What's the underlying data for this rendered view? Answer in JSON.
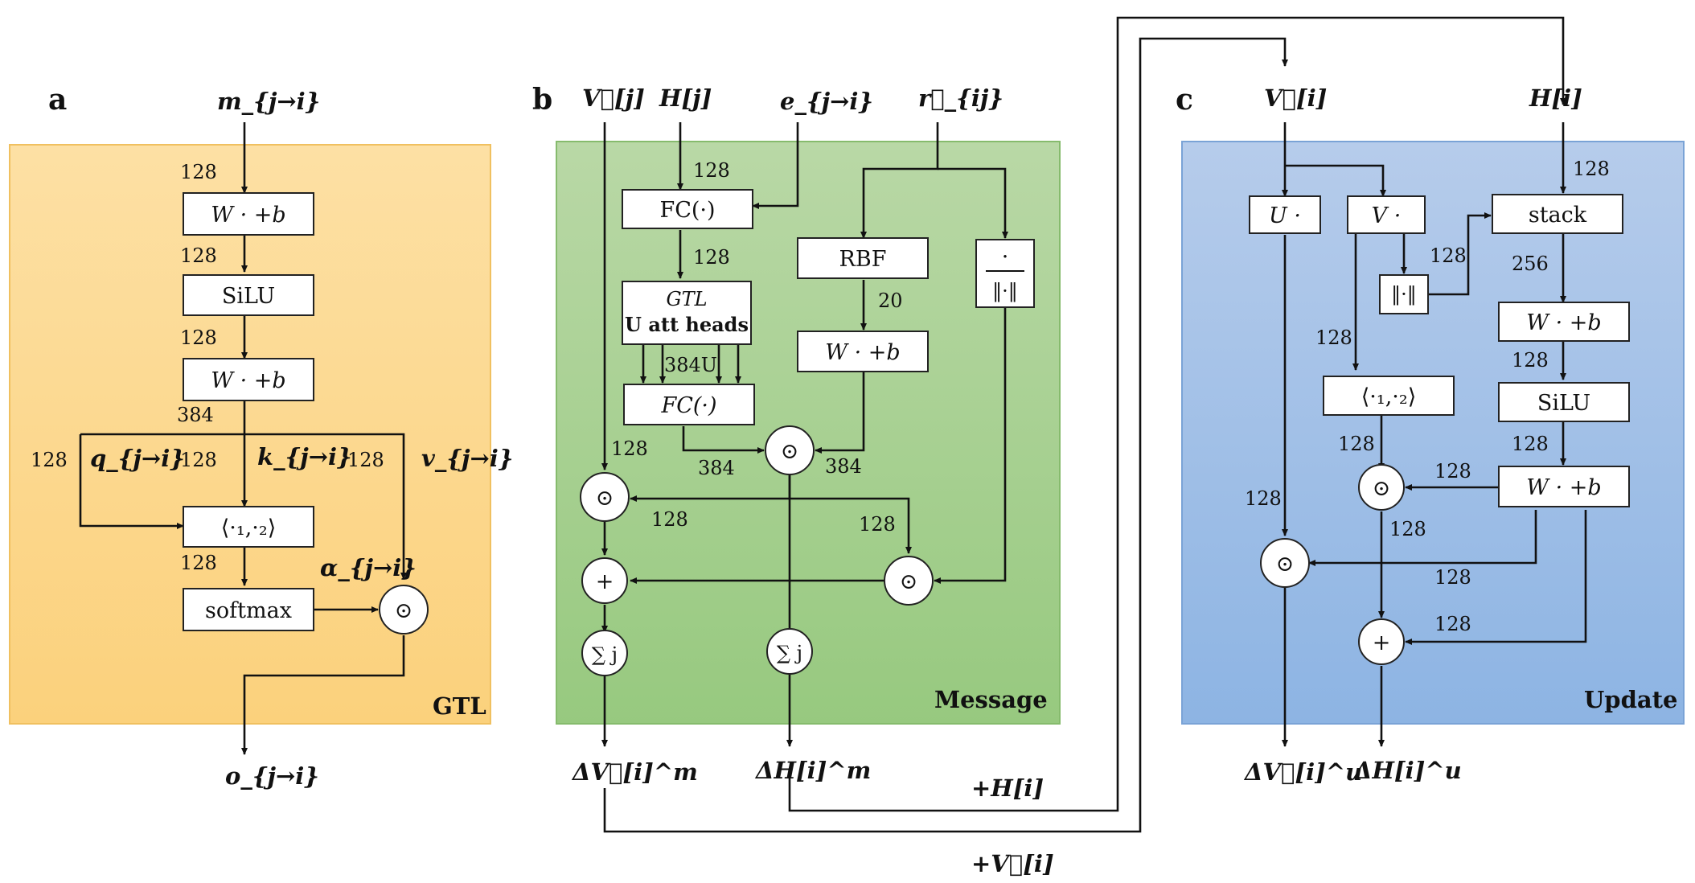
{
  "panels": {
    "a": {
      "letter": "a",
      "name": "GTL",
      "color_top": "#fde0a4",
      "color_bottom": "#fbd17c",
      "border": "#f0c060"
    },
    "b": {
      "letter": "b",
      "name": "Message",
      "color_top": "#b9d8a6",
      "color_bottom": "#97c97f",
      "border": "#86bb6d"
    },
    "c": {
      "letter": "c",
      "name": "Update",
      "color_top": "#b6cceb",
      "color_bottom": "#8db4e3",
      "border": "#7aa3d6"
    }
  },
  "gtl": {
    "input": "m_{j→i}",
    "output": "o_{j→i}",
    "blocks": {
      "linear1": "W · +b",
      "silu": "SiLU",
      "linear2": "W · +b",
      "inner": "⟨·₁,·₂⟩",
      "softmax": "softmax"
    },
    "dims": {
      "in": "128",
      "after_linear1": "128",
      "after_silu": "128",
      "after_linear2": "384",
      "q": "128",
      "k": "128",
      "v": "128",
      "after_inner": "128"
    },
    "vars": {
      "q": "q_{j→i}",
      "k": "k_{j→i}",
      "v": "v_{j→i}",
      "alpha": "α_{j→i}"
    },
    "ops": {
      "hadamard": "⊙"
    }
  },
  "message": {
    "inputs": {
      "V_j": "V⃗[j]",
      "H_j": "H[j]",
      "e": "e_{j→i}",
      "r": "r⃗_{ij}"
    },
    "blocks": {
      "fc": "FC(·)",
      "gtl_line1": "GTL",
      "gtl_line2": "U att heads",
      "fc2": "FC(·)",
      "rbf": "RBF",
      "linear": "W · +b",
      "norm_num": "·",
      "norm_den": "‖·‖"
    },
    "dims": {
      "fc_in": "128",
      "fc_out": "128",
      "heads": "384U",
      "rbf_out": "20",
      "v_in": "128",
      "fc2_out": "384",
      "lin_out": "384",
      "mid1": "128",
      "mid2": "128"
    },
    "ops": {
      "hadamard": "⊙",
      "plus": "+",
      "sum": "∑ j"
    },
    "outputs": {
      "dV": "ΔV⃗[i]^m",
      "dH": "ΔH[i]^m"
    }
  },
  "update": {
    "inputs": {
      "V_i": "V⃗[i]",
      "H_i": "H[i]"
    },
    "blocks": {
      "U": "U ·",
      "V": "V ·",
      "stack": "stack",
      "norm": "‖·‖",
      "linear1": "W · +b",
      "silu": "SiLU",
      "linear2": "W · +b",
      "inner": "⟨·₁,·₂⟩"
    },
    "dims": {
      "h_in": "128",
      "norm_out": "128",
      "stack_out": "256",
      "lin1_out": "128",
      "silu_out": "128",
      "v_branch": "128",
      "inner_out": "128",
      "lin2_a": "128",
      "u_branch": "128",
      "had2": "128",
      "lin2_b": "128",
      "lin2_c": "128"
    },
    "ops": {
      "hadamard": "⊙",
      "plus": "+"
    },
    "outputs": {
      "dV": "ΔV⃗[i]^u",
      "dH": "ΔH[i]^u"
    }
  },
  "skip": {
    "H": "+H[i]",
    "V": "+V⃗[i]"
  }
}
